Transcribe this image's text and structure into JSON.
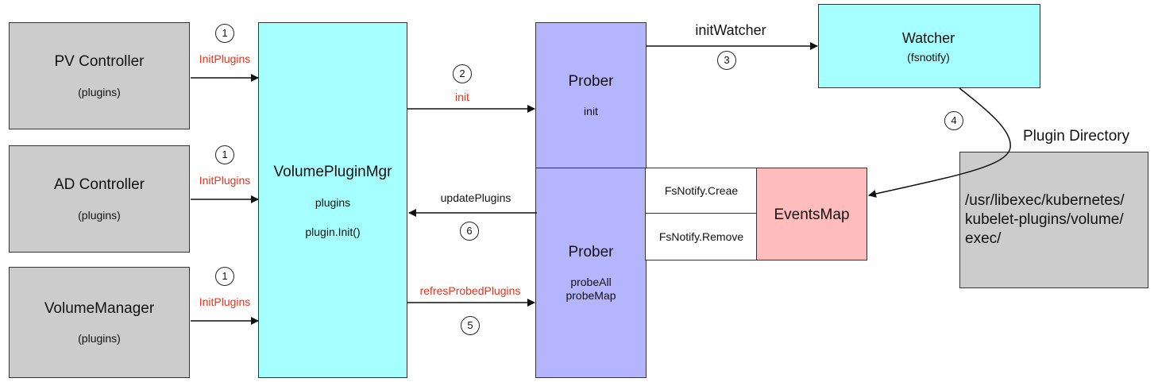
{
  "left": {
    "pv": {
      "title": "PV Controller",
      "sub": "(plugins)"
    },
    "ad": {
      "title": "AD Controller",
      "sub": "(plugins)"
    },
    "vm": {
      "title": "VolumeManager",
      "sub": "(plugins)"
    }
  },
  "arrow_labels": {
    "init_plugins": "InitPlugins",
    "init": "init",
    "update_plugins": "updatePlugins",
    "refresh": "refresProbedPlugins",
    "init_watcher": "initWatcher"
  },
  "steps": {
    "s1": "1",
    "s2": "2",
    "s3": "3",
    "s4": "4",
    "s5": "5",
    "s6": "6"
  },
  "mgr": {
    "title": "VolumePluginMgr",
    "plugins": "plugins",
    "init": "plugin.Init()"
  },
  "prober_top": {
    "title": "Prober",
    "sub": "init"
  },
  "prober_bottom": {
    "title": "Prober",
    "line1": "probeAll",
    "line2": "probeMap"
  },
  "events": {
    "create": "FsNotify.Creae",
    "remove": "FsNotify.Remove",
    "map": "EventsMap"
  },
  "watcher": {
    "title": "Watcher",
    "sub": "(fsnotify)"
  },
  "plugin_dir": {
    "label": "Plugin Directory",
    "lines": [
      "/usr/libexec/kubernetes/",
      "kubelet-plugins/volume/",
      "exec/"
    ]
  },
  "colors": {
    "gray": "#cccccc",
    "cyan": "#a5ffff",
    "purple": "#b5b5ff",
    "pink": "#ffbcbc",
    "label_red": "#e8321d"
  }
}
